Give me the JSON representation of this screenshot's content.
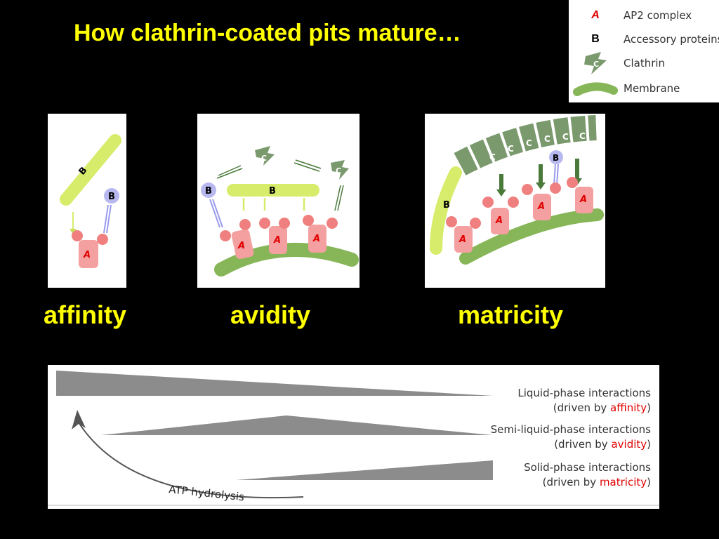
{
  "title": "How clathrin-coated pits mature…",
  "legend": [
    {
      "symbol": "A",
      "label": "AP2 complex"
    },
    {
      "symbol": "B",
      "label": "Accessory proteins"
    },
    {
      "symbol": "C",
      "label": "Clathrin"
    },
    {
      "symbol": "",
      "label": "Membrane"
    }
  ],
  "panels": {
    "affinity": {
      "caption": "affinity",
      "labels": {
        "b1": "B",
        "b2": "B",
        "a": "A"
      }
    },
    "avidity": {
      "caption": "avidity",
      "labels": {
        "c1": "C",
        "c2": "C",
        "b_bar": "B",
        "b_ball": "B",
        "a1": "A",
        "a2": "A",
        "a3": "A"
      }
    },
    "matricity": {
      "caption": "matricity",
      "labels": {
        "c": "C",
        "b_ball": "B",
        "b_side": "B",
        "a1": "A",
        "a2": "A",
        "a3": "A",
        "a4": "A"
      }
    }
  },
  "phases": [
    {
      "label": "Liquid-phase interactions",
      "driven_prefix": "(driven by ",
      "driver": "affinity",
      "driven_suffix": ")"
    },
    {
      "label": "Semi-liquid-phase interactions",
      "driven_prefix": "(driven by ",
      "driver": "avidity",
      "driven_suffix": ")"
    },
    {
      "label": "Solid-phase interactions",
      "driven_prefix": "(driven by ",
      "driver": "matricity",
      "driven_suffix": ")"
    }
  ],
  "atp_label": "ATP hydrolysis",
  "colors": {
    "title": "#ffff00",
    "ap2": "#f4a0a0",
    "accessory_bar": "#d6ec6a",
    "accessory_ball": "#b8b8f0",
    "clathrin": "#7a9a6e",
    "membrane": "#86b657",
    "driver_text": "#e00000",
    "wedge": "#8c8c8c"
  }
}
